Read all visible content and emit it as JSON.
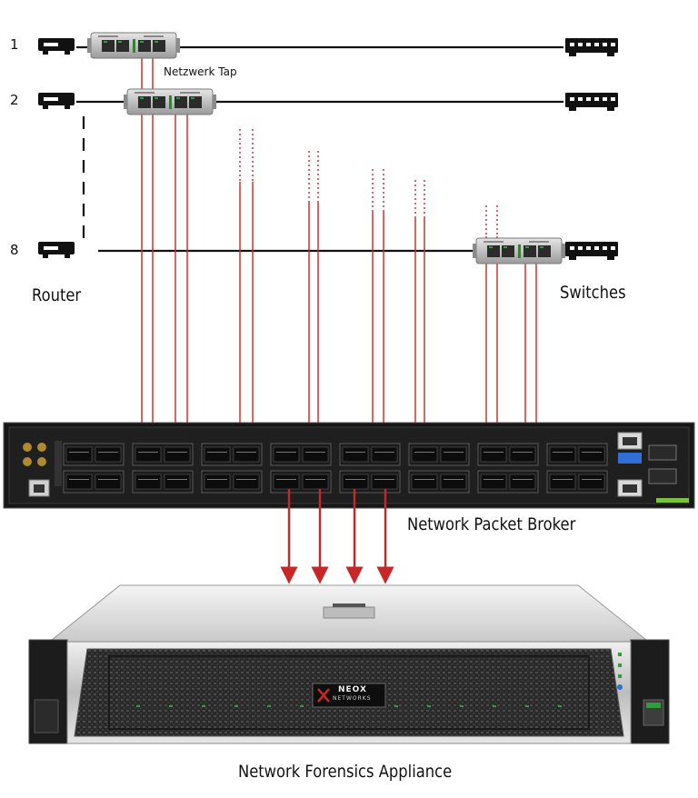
{
  "labels": {
    "row1": "1",
    "row2": "2",
    "row8": "8",
    "tap": "Netzwerk Tap",
    "router": "Router",
    "switches": "Switches",
    "packet_broker": "Network Packet Broker",
    "forensics": "Network Forensics Appliance",
    "brand_line1": "NEOX",
    "brand_line2": "NETWORKS"
  },
  "colors": {
    "link_line": "#111111",
    "tap_line": "#c62828",
    "arrow": "#c62828",
    "device_dark": "#1d1d1d",
    "chassis_silver": "#d9d9d9"
  },
  "icons": [
    "router-icon",
    "switch-icon",
    "network-tap-icon",
    "packet-broker-device",
    "forensics-appliance-device",
    "neox-logo"
  ]
}
